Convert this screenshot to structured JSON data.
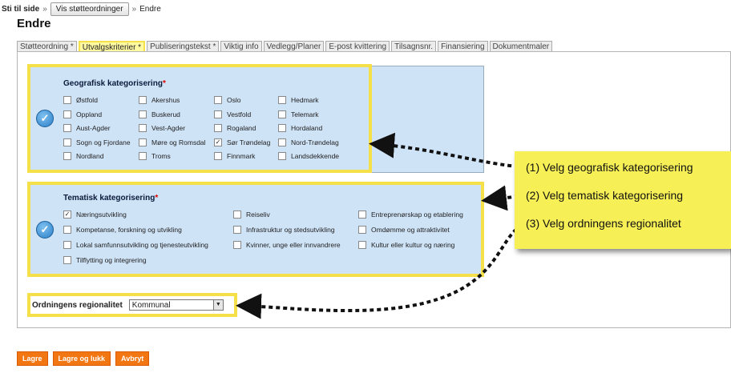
{
  "breadcrumb": {
    "label": "Sti til side",
    "sep": "»",
    "button": "Vis støtteordninger",
    "current": "Endre"
  },
  "page_title": "Endre",
  "tabs": [
    {
      "label": "Støtteordning *",
      "active": false
    },
    {
      "label": "Utvalgskriterier *",
      "active": true
    },
    {
      "label": "Publiseringstekst *",
      "active": false
    },
    {
      "label": "Viktig info",
      "active": false
    },
    {
      "label": "Vedlegg/Planer",
      "active": false
    },
    {
      "label": "E-post kvittering",
      "active": false
    },
    {
      "label": "Tilsagnsnr.",
      "active": false
    },
    {
      "label": "Finansiering",
      "active": false
    },
    {
      "label": "Dokumentmaler",
      "active": false
    }
  ],
  "geo": {
    "title": "Geografisk kategorisering",
    "req": "*",
    "options": [
      [
        "Østfold",
        "Akershus",
        "Oslo",
        "Hedmark"
      ],
      [
        "Oppland",
        "Buskerud",
        "Vestfold",
        "Telemark"
      ],
      [
        "Aust-Agder",
        "Vest-Agder",
        "Rogaland",
        "Hordaland"
      ],
      [
        "Sogn og Fjordane",
        "Møre og Romsdal",
        "Sør Trøndelag",
        "Nord-Trøndelag"
      ],
      [
        "Nordland",
        "Troms",
        "Finnmark",
        "Landsdekkende"
      ]
    ],
    "checked": [
      "Sør Trøndelag"
    ]
  },
  "tema": {
    "title": "Tematisk kategorisering",
    "req": "*",
    "options": [
      [
        "Næringsutvikling",
        "Reiseliv",
        "Entreprenørskap og etablering"
      ],
      [
        "Kompetanse, forskning og utvikling",
        "Infrastruktur og stedsutvikling",
        "Omdømme og attraktivitet"
      ],
      [
        "Lokal samfunnsutvikling og tjenesteutvikling",
        "Kvinner, unge eller innvandrere",
        "Kultur eller kultur og næring"
      ],
      [
        "Tilflytting og integrering"
      ]
    ],
    "checked": [
      "Næringsutvikling"
    ]
  },
  "region": {
    "label": "Ordningens regionalitet",
    "value": "Kommunal"
  },
  "callout": {
    "lines": [
      "(1) Velg geografisk kategorisering",
      "(2) Velg tematisk kategorisering",
      "(3) Velg ordningens regionalitet"
    ]
  },
  "actions": {
    "save": "Lagre",
    "save_close": "Lagre og lukk",
    "cancel": "Avbryt"
  },
  "colors": {
    "highlight": "#f5e04a",
    "section_bg": "#cfe3f7",
    "button": "#f27612"
  }
}
